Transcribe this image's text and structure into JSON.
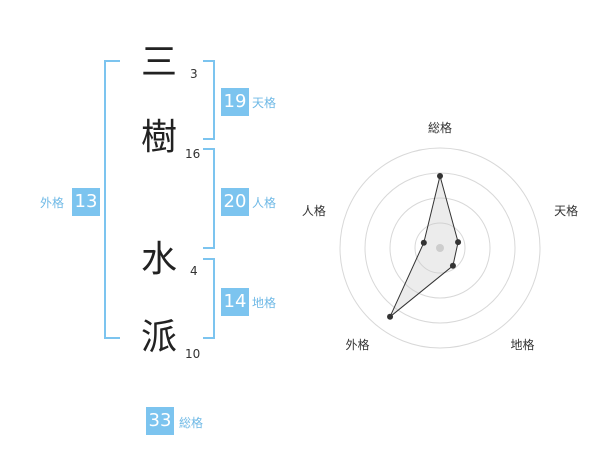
{
  "name": {
    "chars": [
      {
        "char": "三",
        "strokes": "3"
      },
      {
        "char": "樹",
        "strokes": "16"
      },
      {
        "char": "水",
        "strokes": "4"
      },
      {
        "char": "派",
        "strokes": "10"
      }
    ]
  },
  "fortunes": {
    "tenkaku": {
      "value": "19",
      "label": "天格"
    },
    "jinkaku": {
      "value": "20",
      "label": "人格"
    },
    "chikaku": {
      "value": "14",
      "label": "地格"
    },
    "gaikaku": {
      "value": "13",
      "label": "外格"
    },
    "soukaku": {
      "value": "33",
      "label": "総格"
    }
  },
  "colors": {
    "accent": "#7cc4ef",
    "text": "#222222",
    "label": "#6fb9e6"
  },
  "chart_data": {
    "type": "radar",
    "axes": [
      "総格",
      "天格",
      "地格",
      "外格",
      "人格"
    ],
    "values": [
      0.72,
      0.19,
      0.22,
      0.85,
      0.17
    ],
    "rings": 4
  }
}
